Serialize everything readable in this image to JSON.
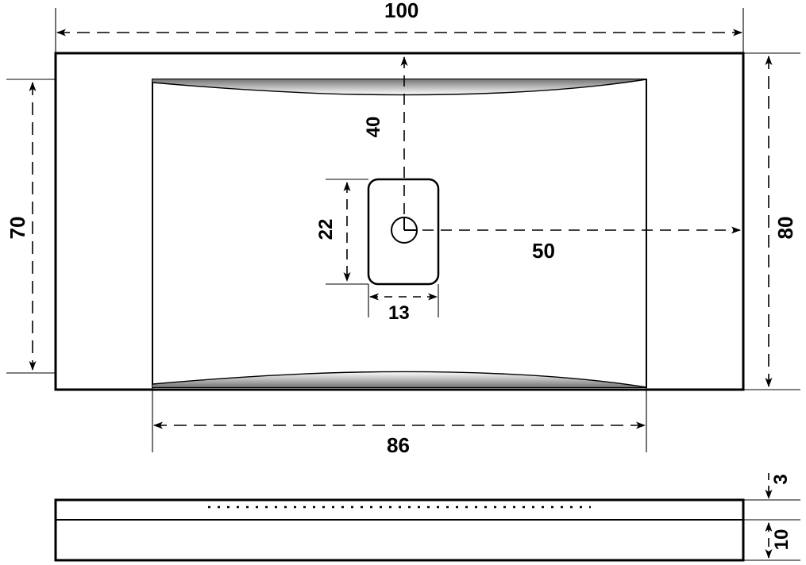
{
  "drawing": {
    "title": "Shower tray technical drawing",
    "units": "cm",
    "views": [
      {
        "name": "top-view",
        "description": "Rectangular shower tray seen from above with central drain"
      },
      {
        "name": "front-view",
        "description": "Side profile of the shower tray"
      }
    ],
    "colors": {
      "line": "#000000",
      "background": "#ffffff",
      "shade": "#7a7a7a"
    }
  },
  "dimensions": {
    "overall_width": "100",
    "inner_width": "86",
    "overall_depth": "80",
    "inner_depth": "70",
    "drain_offset_from_top": "40",
    "drain_offset_from_left": "50",
    "drain_height": "22",
    "drain_width": "13",
    "lip_thickness": "3",
    "total_height": "10"
  },
  "labels": {
    "top_100": "100",
    "left_70": "70",
    "right_80": "80",
    "bottom_86": "86",
    "drain_40": "40",
    "drain_50": "50",
    "drain_22": "22",
    "drain_13": "13",
    "profile_3": "3",
    "profile_10": "10"
  }
}
